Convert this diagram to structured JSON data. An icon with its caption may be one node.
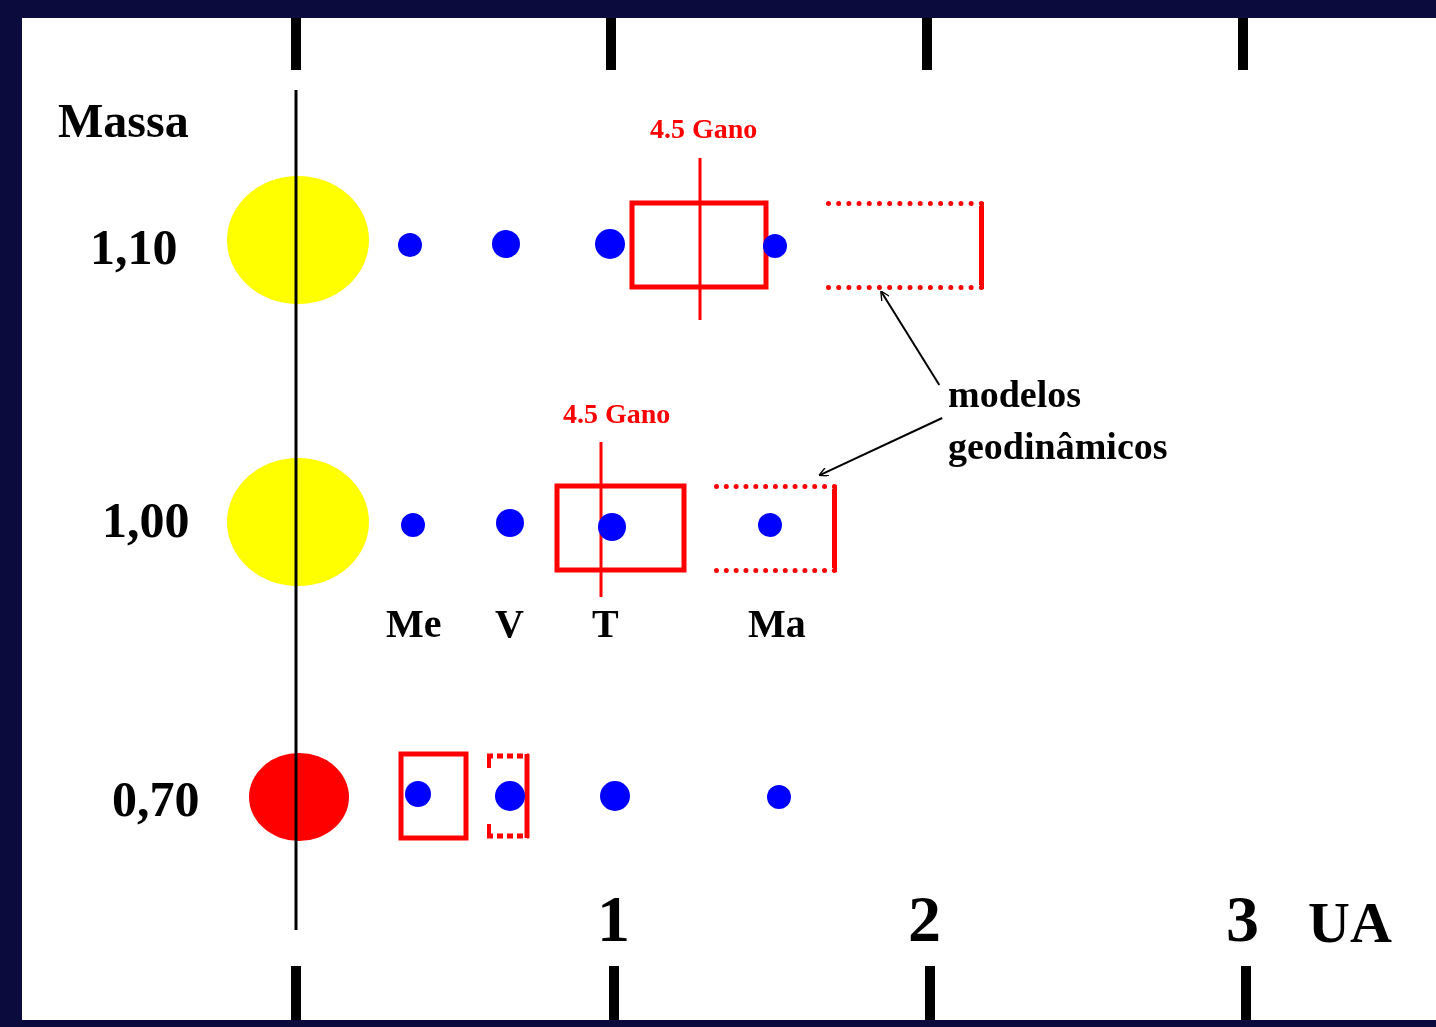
{
  "diagram": {
    "nodes": [
      {
        "text": [
          "modelos geodinâmicos"
        ]
      },
      {
        "text": [],
        "shape": "box"
      },
      {
        "text": [],
        "shape": "box"
      }
    ],
    "edges": [
      {
        "from": 0,
        "to": 1,
        "arrow": "to"
      },
      {
        "from": 0,
        "to": 2,
        "arrow": "to"
      }
    ],
    "labels": [
      "Massa",
      "4.5 Gano",
      "1,10",
      "4.5 Gano",
      "1,00",
      "Me",
      "V",
      "T",
      "Ma",
      "0,70",
      "1",
      "2",
      "3",
      "UA"
    ]
  }
}
